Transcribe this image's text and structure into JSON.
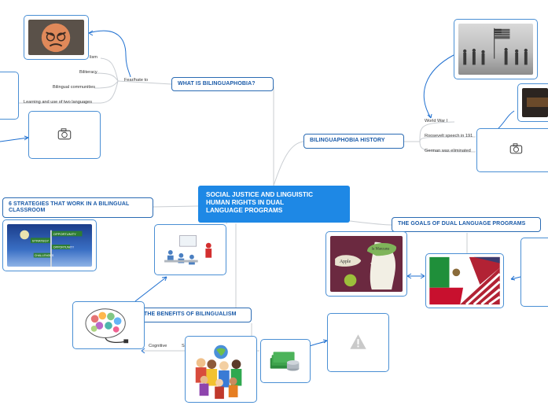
{
  "central": {
    "lines": [
      "SOCIAL JUSTICE AND LINGUISTIC",
      "HUMAN RIGHTS IN DUAL",
      "LANGUAGE PROGRAMS"
    ]
  },
  "topics": {
    "what_is": "WHAT IS BILINGUAPHOBIA?",
    "history": "BILINGUAPHOBIA HISTORY",
    "strategies": "6 STRATEGIES THAT WORK IN A BILINGUAL CLASSROOM",
    "goals": "THE GOALS OF DUAL LANGUAGE PROGRAMS",
    "benefits": "THE BENEFITS OF BILINGUALISM"
  },
  "labels": {
    "fear": "Fear/hate to",
    "ism": "lism",
    "biliteracy": "Biliteracy",
    "communities": "Bilingual communities",
    "learning": "Learning and use of two languages",
    "ww1": "World War I",
    "roosevelt": "Roosevelt speech in 191",
    "german": "German was eliminated",
    "cognitive": "Cognitive",
    "s": "S"
  },
  "sign_labels": {
    "sign1": "OPPORTUNITY",
    "sign2": "STRATEGY",
    "sign3": "OPPORTUNITY",
    "sign4": "CHALLENGES"
  },
  "poster_labels": {
    "apple": "Apple",
    "manzana": "la Manzana"
  },
  "colors": {
    "accent": "#2b6bb3",
    "central_bg": "#1e88e5",
    "line": "#c7ccd1",
    "arrow": "#1e6fd0"
  }
}
